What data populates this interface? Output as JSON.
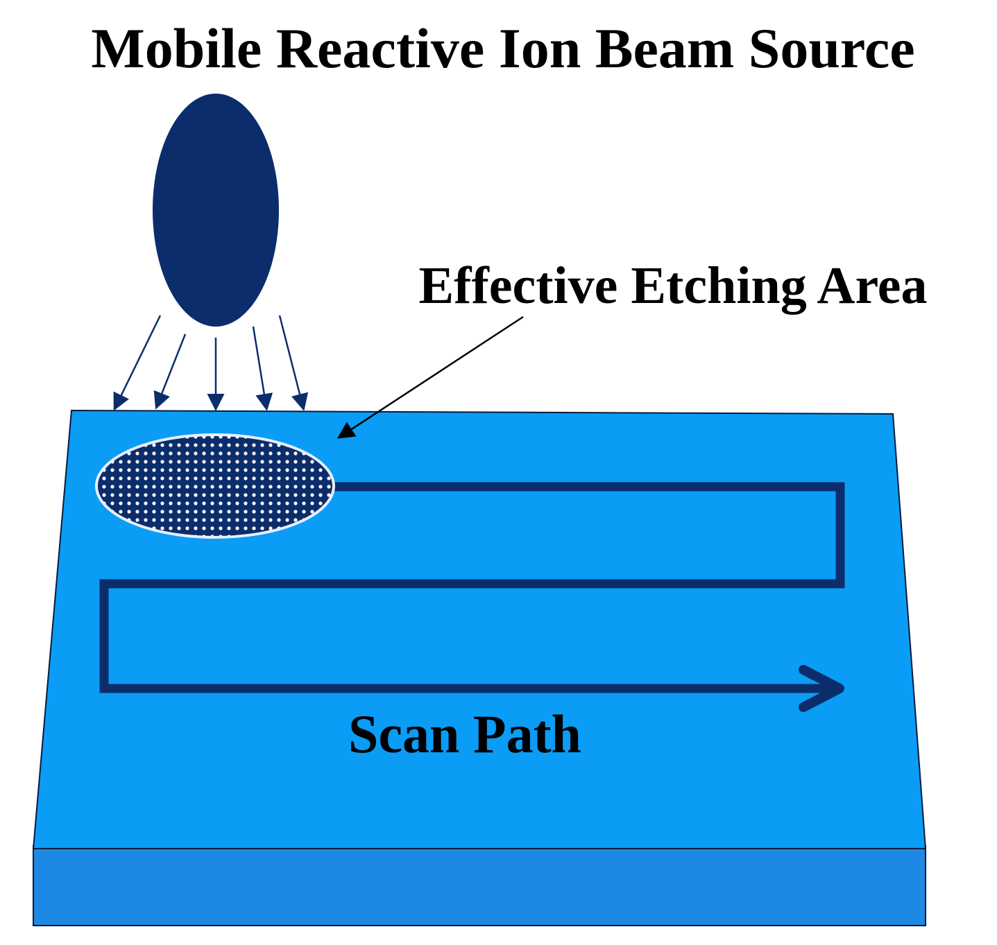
{
  "labels": {
    "title": "Mobile Reactive Ion Beam Source",
    "etching_area": "Effective Etching Area",
    "scan_path": "Scan Path"
  },
  "colors": {
    "source": "#0c2d6b",
    "path": "#0c2d6b",
    "substrate_top": "#0b9cf5",
    "substrate_side": "#1e88e5",
    "outline": "#0a1a3a",
    "etch_outline": "#e8eefc",
    "text": "#000000"
  },
  "icons": {
    "source": "ion-beam-source-ellipse",
    "etch_spot": "dotted-etch-ellipse",
    "beam": "arrow-down-icon",
    "path_end": "arrowhead-icon"
  }
}
